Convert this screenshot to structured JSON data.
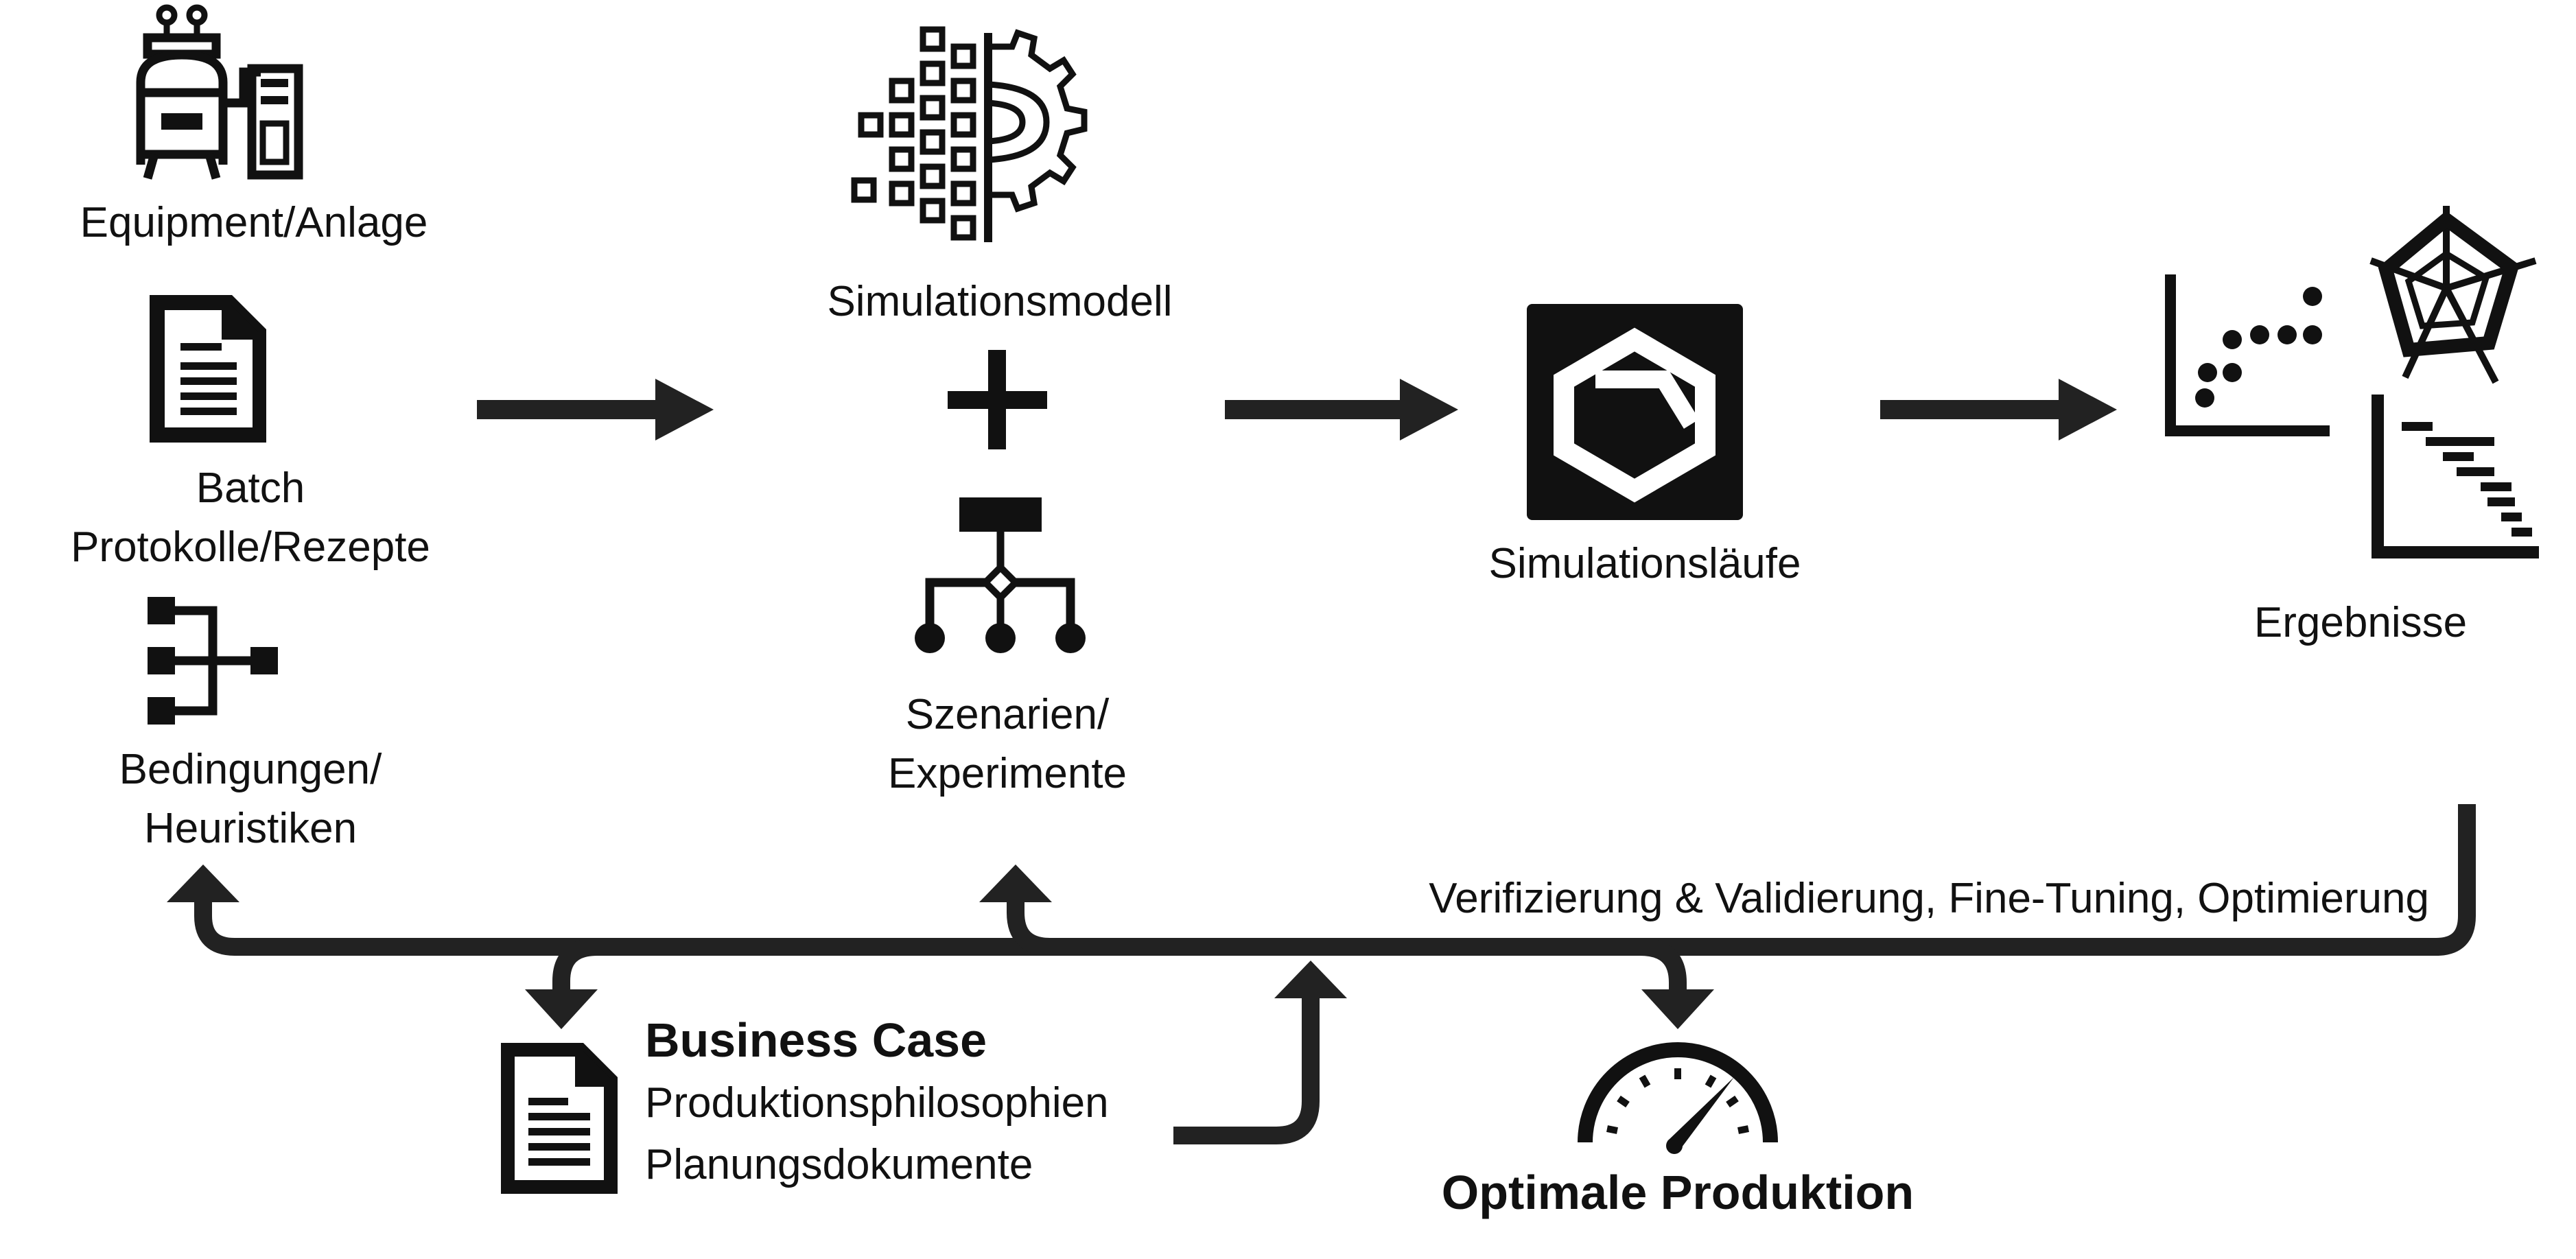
{
  "inputs": {
    "equipment": "Equipment/Anlage",
    "batch_line1": "Batch",
    "batch_line2": "Protokolle/Rezepte",
    "conditions_line1": "Bedingungen/",
    "conditions_line2": "Heuristiken"
  },
  "model": {
    "simulation_model": "Simulationsmodell",
    "plus": "+",
    "scenarios_line1": "Szenarien/",
    "scenarios_line2": "Experimente"
  },
  "runs": {
    "label": "Simulationsläufe"
  },
  "results": {
    "label": "Ergebnisse"
  },
  "feedback": {
    "label": "Verifizierung & Validierung, Fine-Tuning, Optimierung"
  },
  "business_case": {
    "title": "Business Case",
    "line1": "Produktionsphilosophien",
    "line2": "Planungsdokumente"
  },
  "outcome": {
    "label": "Optimale Produktion"
  },
  "colors": {
    "ink": "#111111",
    "arrow": "#222222",
    "background": "#ffffff"
  },
  "icons": [
    "equipment-icon",
    "document-icon",
    "conditions-icon",
    "ai-gear-icon",
    "plus-icon",
    "scenario-tree-icon",
    "simulation-runs-icon",
    "scatter-chart-icon",
    "radar-chart-icon",
    "gantt-chart-icon",
    "business-document-icon",
    "speedometer-icon"
  ]
}
